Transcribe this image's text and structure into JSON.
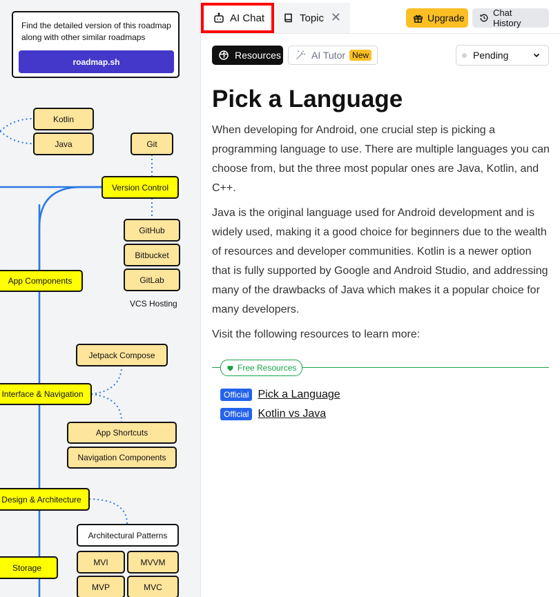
{
  "roadmap": {
    "promo": {
      "text": "Find the detailed version of this roadmap along with other similar roadmaps",
      "button": "roadmap.sh"
    },
    "nodes": {
      "kotlin": "Kotlin",
      "java": "Java",
      "git": "Git",
      "version_control": "Version Control",
      "github": "GitHub",
      "bitbucket": "Bitbucket",
      "gitlab": "GitLab",
      "app_components": "App Components",
      "jetpack_compose": "Jetpack Compose",
      "interface_navigation": "Interface & Navigation",
      "app_shortcuts": "App Shortcuts",
      "navigation_components": "Navigation Components",
      "design_architecture": "Design & Architecture",
      "architectural_patterns": "Architectural Patterns",
      "mvi": "MVI",
      "mvvm": "MVVM",
      "storage": "Storage",
      "mvp": "MVP",
      "mvc": "MVC"
    },
    "captions": {
      "vcs_hosting": "VCS Hosting"
    }
  },
  "tabs": {
    "ai_chat": "AI Chat",
    "topic": "Topic"
  },
  "header": {
    "upgrade": "Upgrade",
    "chat_history": "Chat History"
  },
  "toolbar": {
    "resources": "Resources",
    "ai_tutor": "AI Tutor",
    "new_badge": "New",
    "status": "Pending"
  },
  "content": {
    "title": "Pick a Language",
    "p1": "When developing for Android, one crucial step is picking a programming language to use. There are multiple languages you can choose from, but the three most popular ones are Java, Kotlin, and C++.",
    "p2": "Java is the original language used for Android development and is widely used, making it a good choice for beginners due to the wealth of resources and developer communities. Kotlin is a newer option that is fully supported by Google and Android Studio, and addressing many of the drawbacks of Java which makes it a popular choice for many developers.",
    "p3": "Visit the following resources to learn more:",
    "free_resources": "Free Resources",
    "resources": [
      {
        "badge": "Official",
        "label": "Pick a Language"
      },
      {
        "badge": "Official",
        "label": "Kotlin vs Java"
      }
    ]
  },
  "colors": {
    "accent_red": "#ff0000",
    "upgrade_yellow": "#fbbf24",
    "brand_indigo": "#4338ca",
    "free_green": "#16a34a",
    "official_blue": "#2563eb"
  }
}
